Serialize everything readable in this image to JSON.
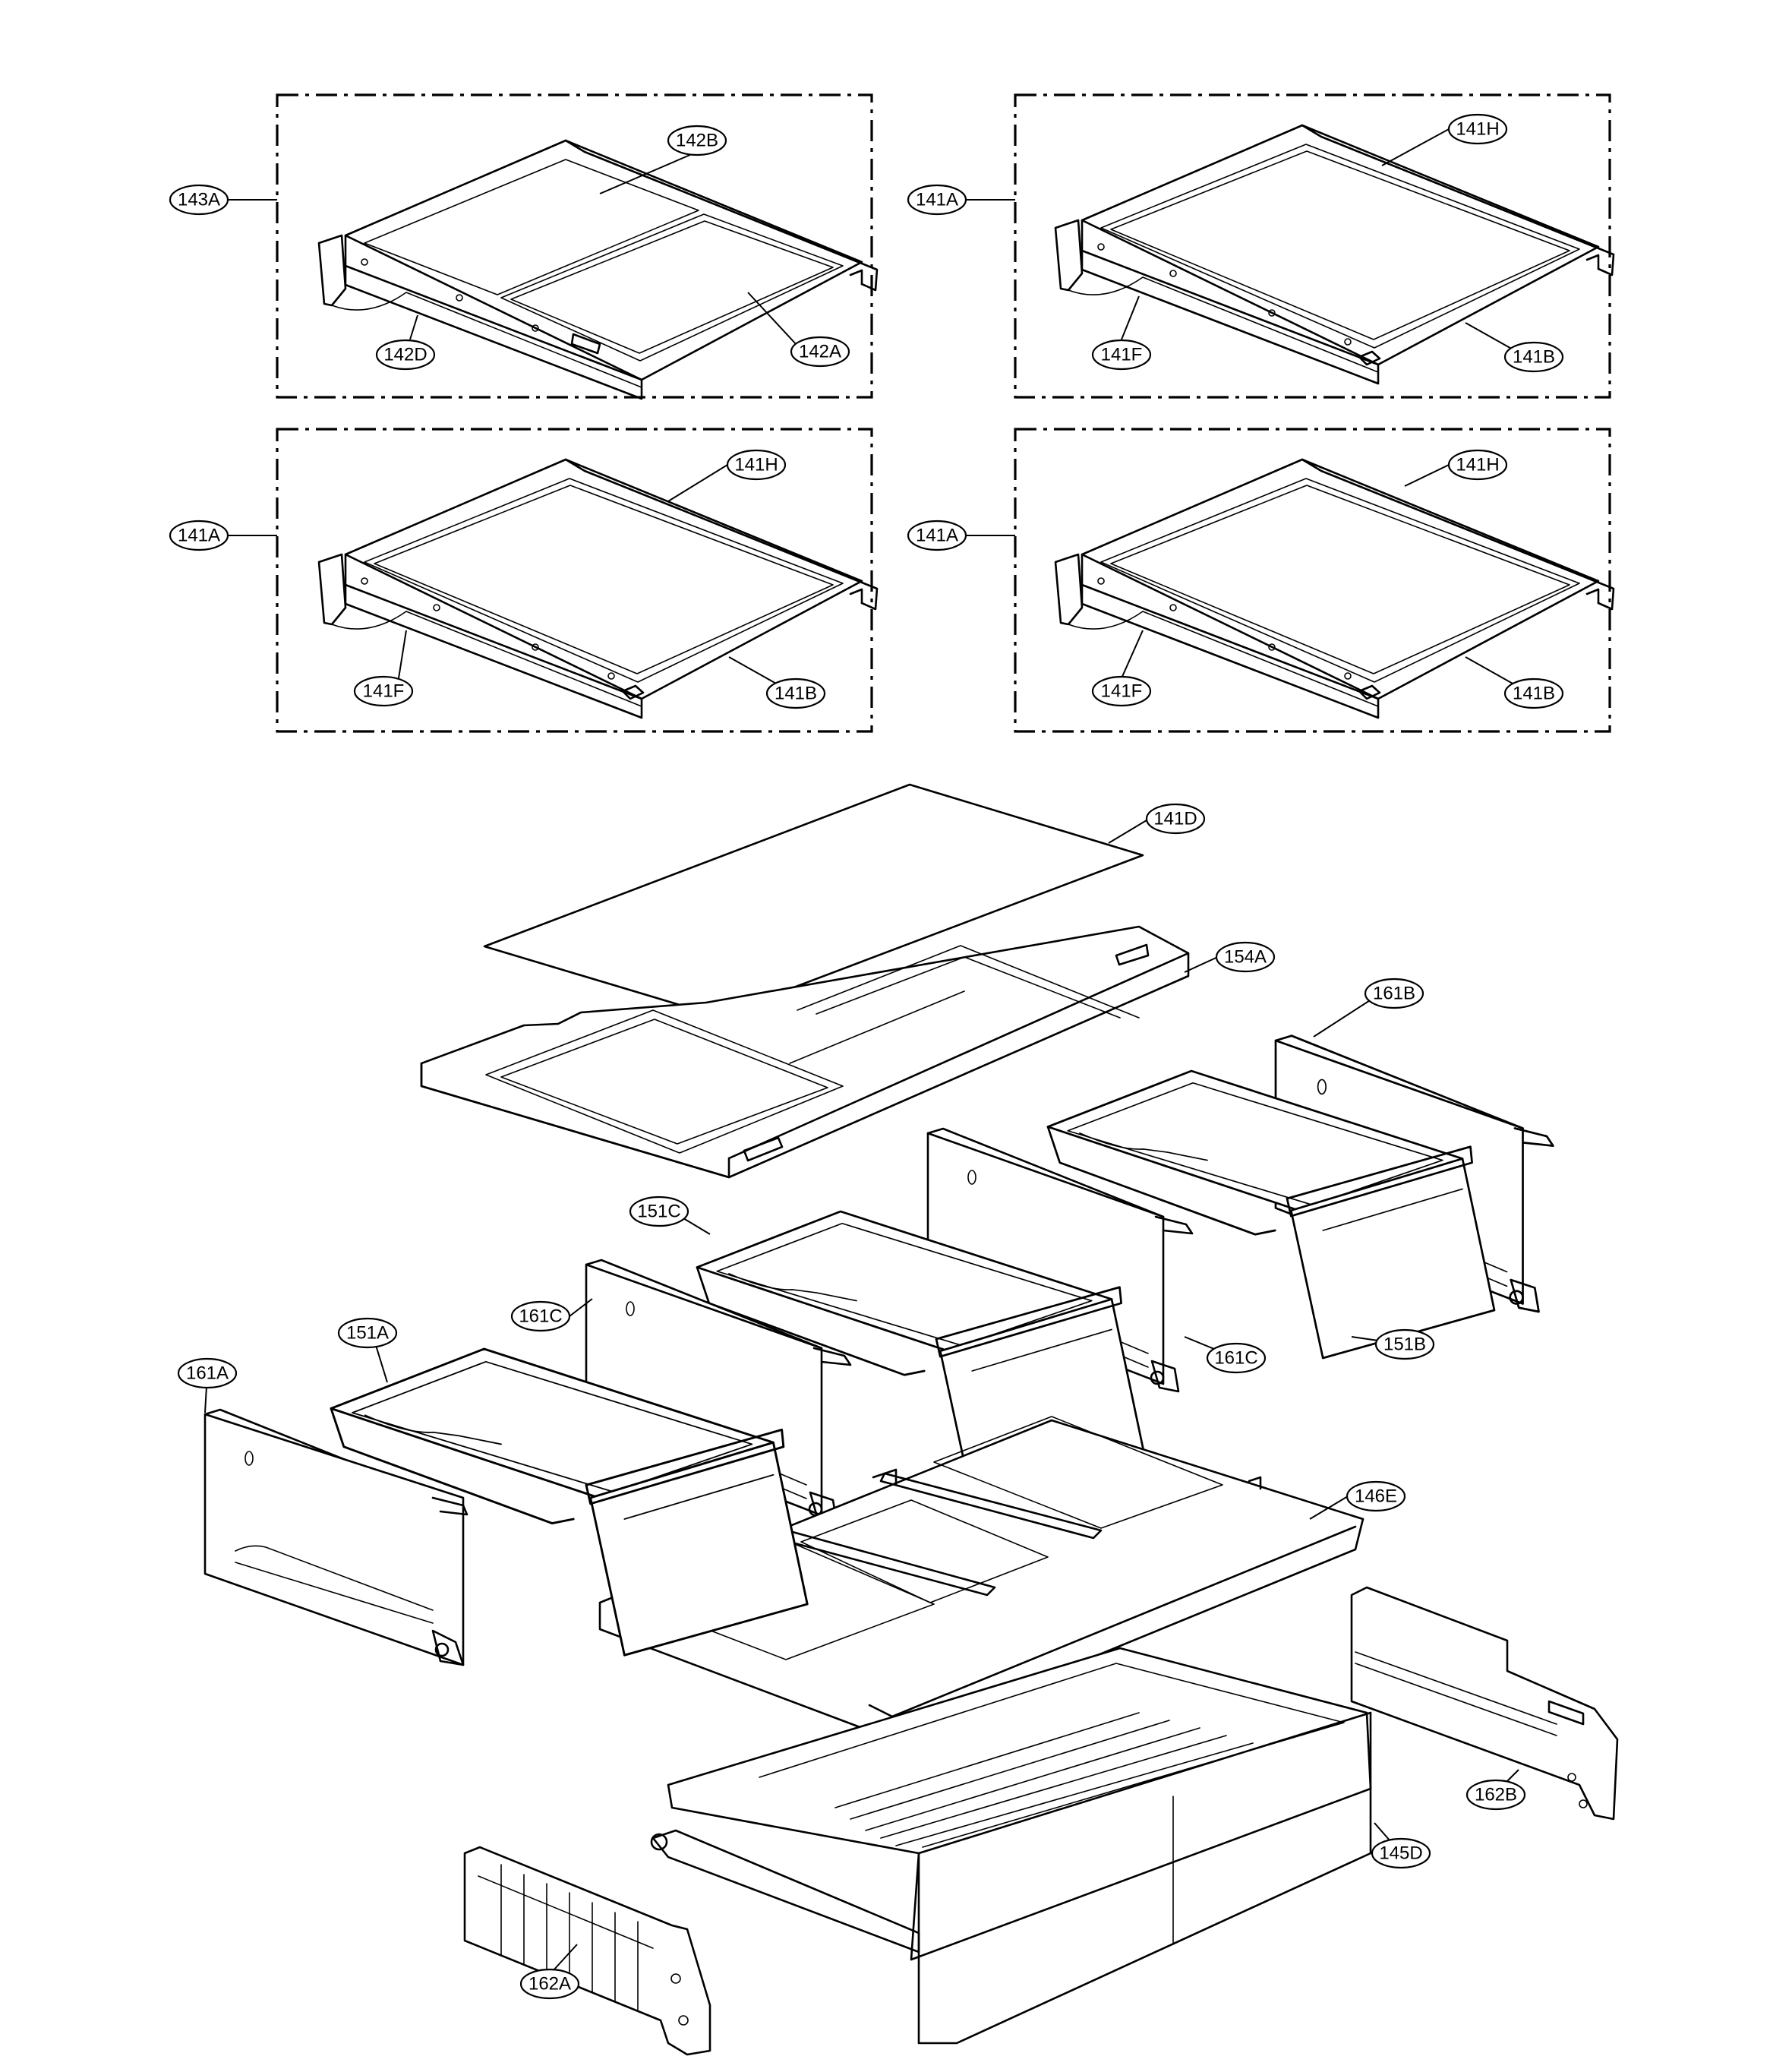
{
  "callouts": {
    "c143A": "143A",
    "c142B": "142B",
    "c142A": "142A",
    "c142D": "142D",
    "c141A_1": "141A",
    "c141H_1": "141H",
    "c141F_1": "141F",
    "c141B_1": "141B",
    "c141A_2": "141A",
    "c141H_2": "141H",
    "c141F_2": "141F",
    "c141B_2": "141B",
    "c141A_3": "141A",
    "c141H_3": "141H",
    "c141F_3": "141F",
    "c141B_3": "141B",
    "c141D": "141D",
    "c154A": "154A",
    "c161B": "161B",
    "c151C": "151C",
    "c161C_1": "161C",
    "c161C_2": "161C",
    "c151B": "151B",
    "c151A": "151A",
    "c161A": "161A",
    "c146E": "146E",
    "c162B": "162B",
    "c145D": "145D",
    "c162A": "162A"
  }
}
